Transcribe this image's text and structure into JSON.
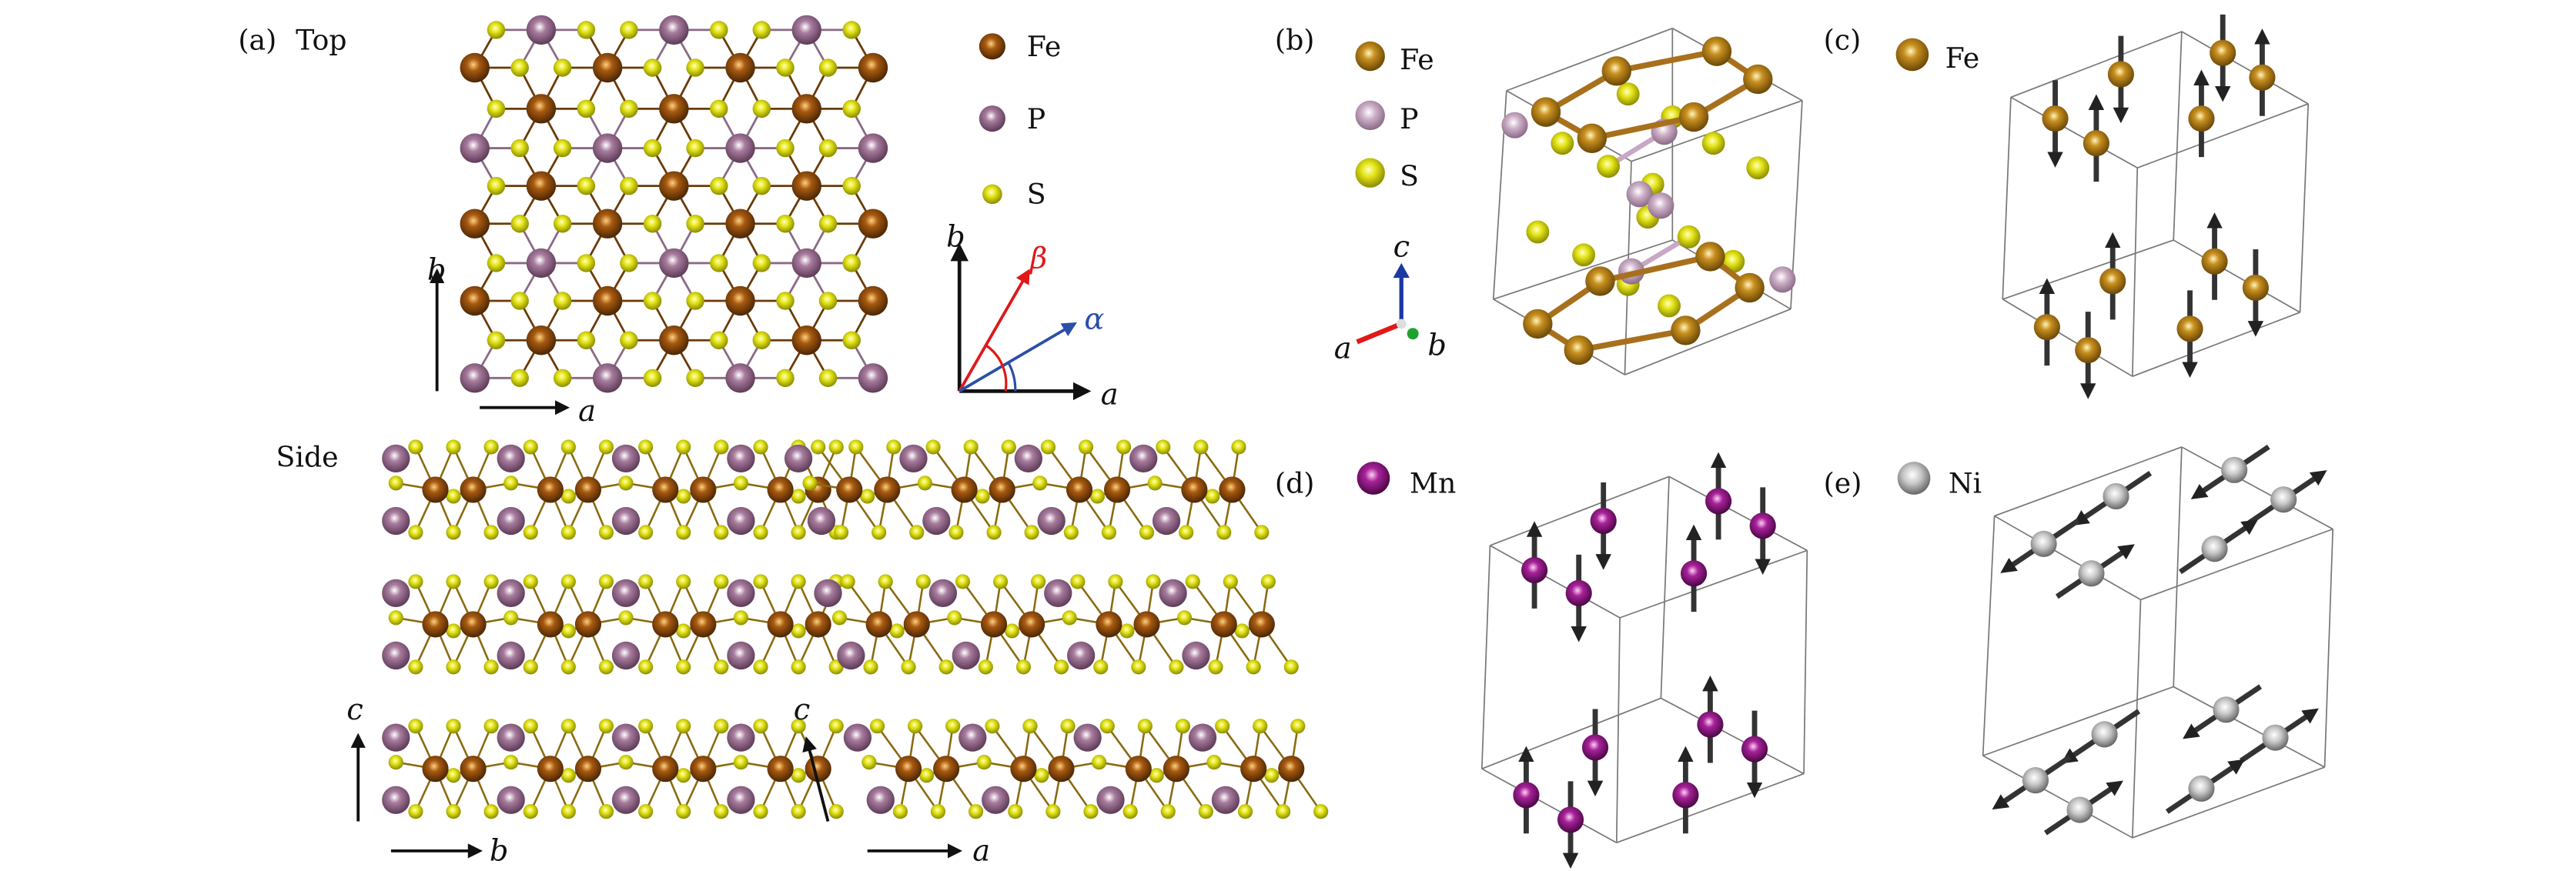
{
  "panel_a": {
    "label": "(a)",
    "top_label": "Top",
    "side_label": "Side",
    "legend": [
      {
        "name": "Fe"
      },
      {
        "name": "P"
      },
      {
        "name": "S"
      }
    ],
    "axes": {
      "a": "a",
      "b": "b",
      "c": "c",
      "alpha": "α",
      "beta": "β"
    }
  },
  "panel_b": {
    "label": "(b)",
    "legend": [
      {
        "name": "Fe"
      },
      {
        "name": "P"
      },
      {
        "name": "S"
      }
    ],
    "axes": {
      "a": "a",
      "b": "b",
      "c": "c"
    }
  },
  "panel_c": {
    "label": "(c)",
    "legend": [
      {
        "name": "Fe"
      }
    ]
  },
  "panel_d": {
    "label": "(d)",
    "legend": [
      {
        "name": "Mn"
      }
    ]
  },
  "panel_e": {
    "label": "(e)",
    "legend": [
      {
        "name": "Ni"
      }
    ]
  },
  "colors": {
    "fe_dark": "#8a4808",
    "fe_gold": "#c08a1c",
    "p": "#a47a9c",
    "p_light": "#c8a8c4",
    "s": "#e2e214",
    "mn": "#9a1a8a",
    "ni": "#bdbdbd",
    "alpha_arrow": "#2a4fa8",
    "beta_arrow": "#e01818",
    "axis_a": "#e01818",
    "axis_b": "#20a030",
    "axis_c": "#1a3aa0"
  }
}
